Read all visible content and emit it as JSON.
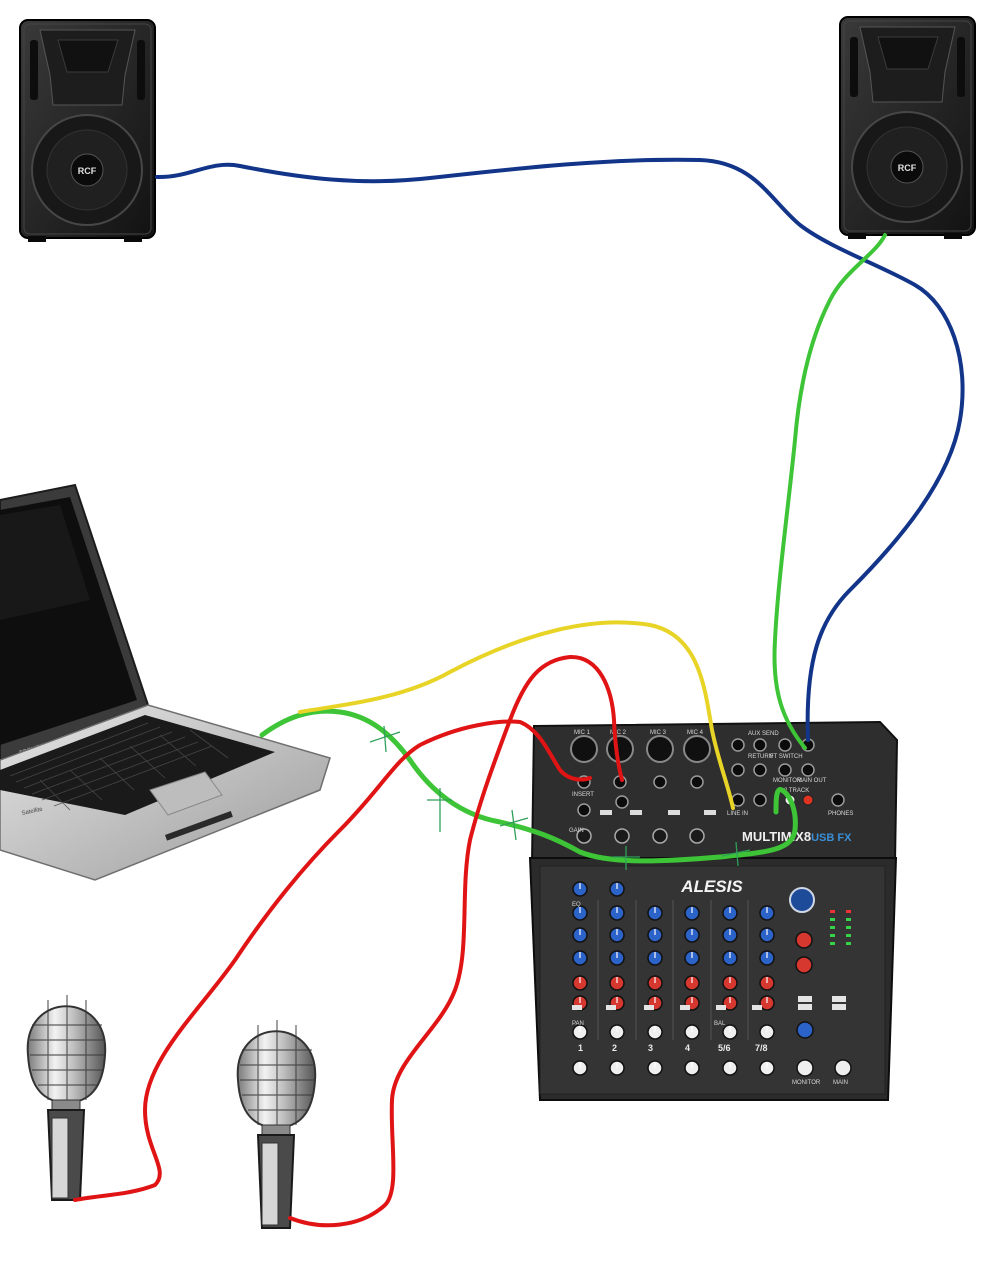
{
  "speakers": {
    "left": {
      "logo": "RCF"
    },
    "right": {
      "logo": "RCF"
    }
  },
  "laptop": {
    "brand": "TOSHIBA",
    "model": "Satellite"
  },
  "mixer": {
    "brand": "ALESIS",
    "model": "MULTIMIX8",
    "model_suffix": "USB FX",
    "channel_numbers": [
      "1",
      "2",
      "3",
      "4",
      "5/6",
      "7/8"
    ],
    "bus_labels": {
      "monitor": "MONITOR",
      "main": "MAIN"
    },
    "knob_labels": {
      "pan": "PAN",
      "bal": "BAL",
      "gain": "GAIN",
      "eq": "EQ"
    },
    "jack_labels": {
      "insert": "INSERT",
      "main_out": "MAIN OUT",
      "monitor": "MONITOR",
      "phones": "PHONES",
      "line_in": "LINE IN",
      "aux_send": "AUX SEND",
      "return": "RETURN",
      "fx": "FT SWITCH",
      "two_track": "2 TRACK",
      "mic1": "MIC 1",
      "mic2": "MIC 2",
      "mic3": "MIC 3",
      "mic4": "MIC 4"
    }
  },
  "cables": {
    "blue": "#12358a",
    "green": "#3ec437",
    "yellow": "#e8d426",
    "red": "#e01414",
    "marks": "#2fa05a"
  }
}
